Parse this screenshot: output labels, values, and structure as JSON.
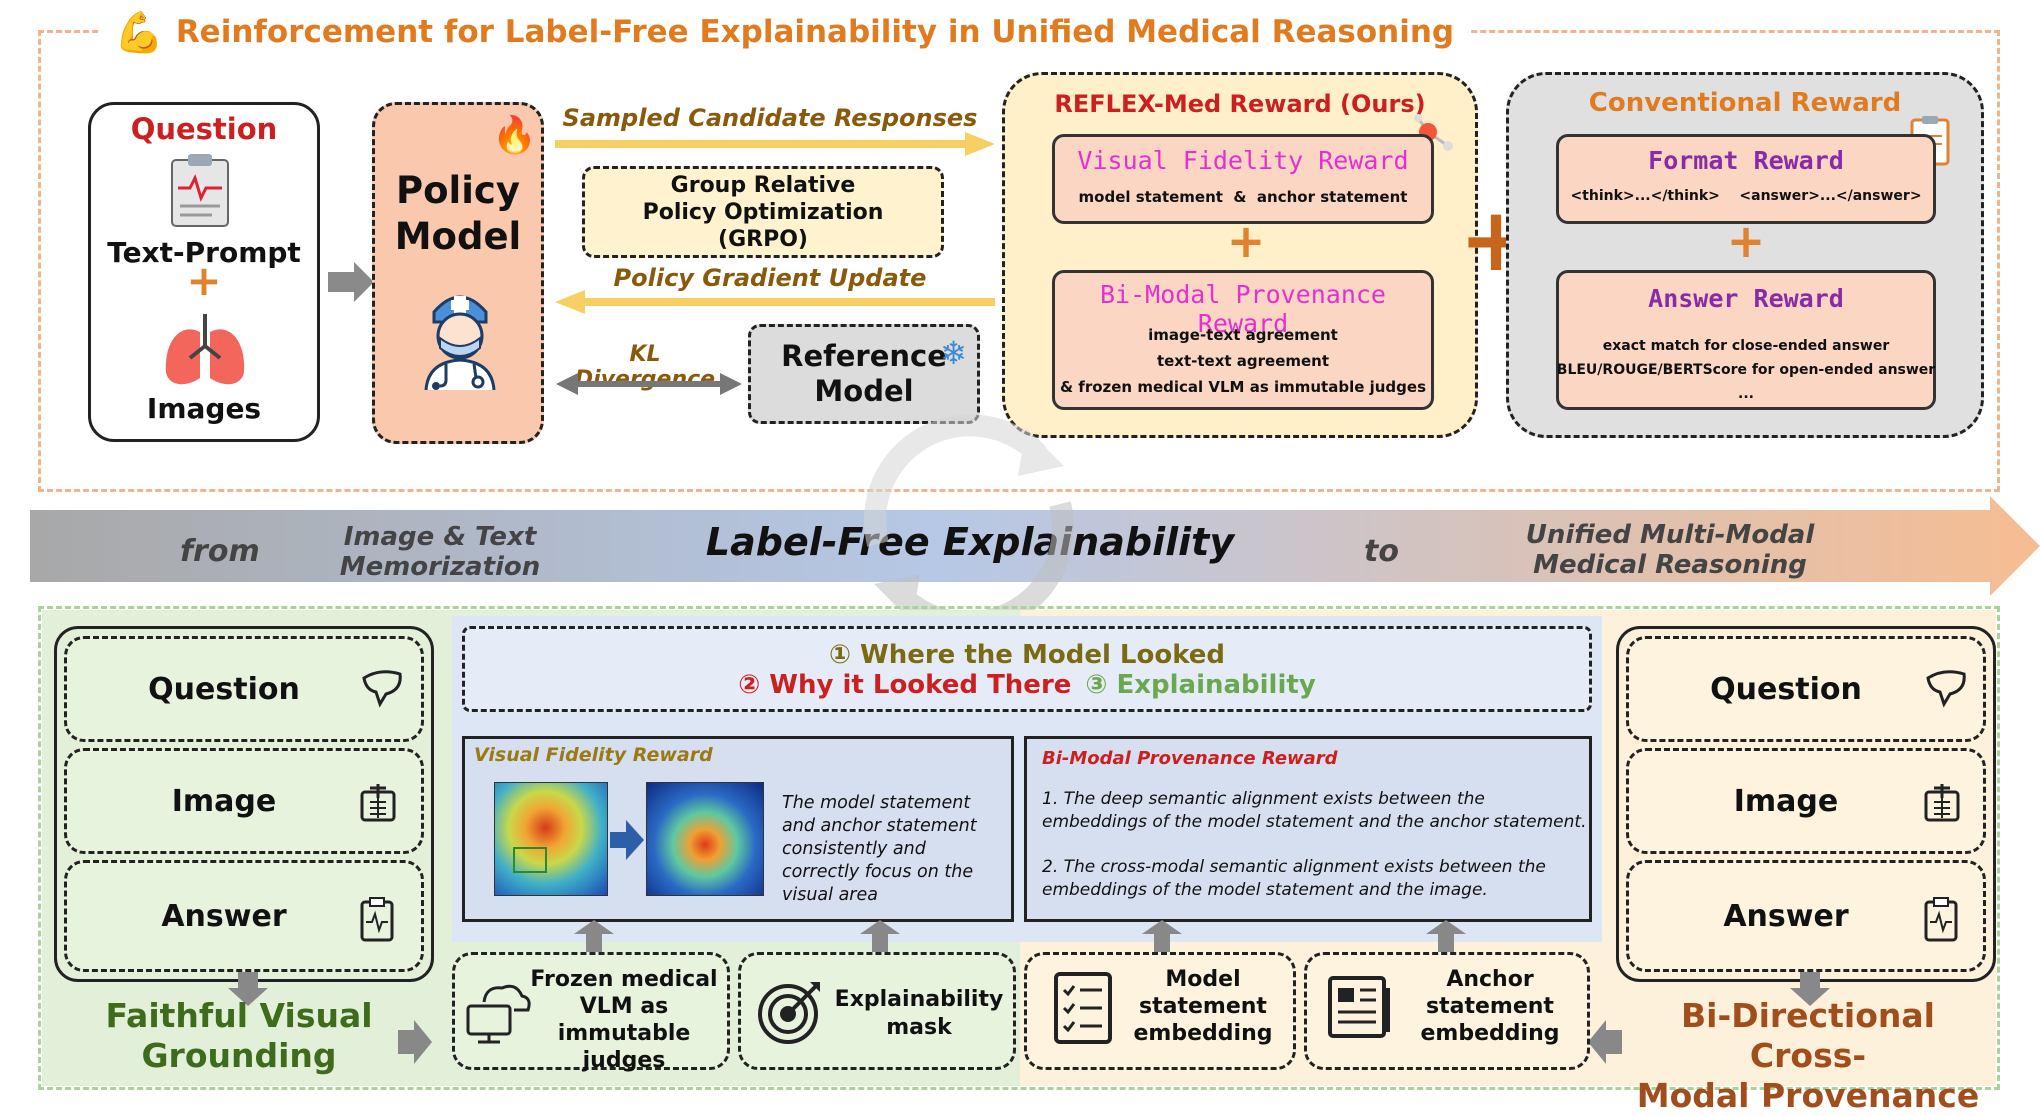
{
  "title": "Reinforcement for Label-Free Explainability in Unified Medical Reasoning",
  "input": {
    "question": "Question",
    "text_prompt": "Text-Prompt",
    "plus": "+",
    "images": "Images"
  },
  "policy": {
    "label_line1": "Policy",
    "label_line2": "Model"
  },
  "arrows": {
    "sampled": "Sampled Candidate Responses",
    "grpo": [
      "Group Relative",
      "Policy Optimization",
      "(GRPO)"
    ],
    "gradient": "Policy Gradient Update",
    "kl": "KL Divergence"
  },
  "reference": {
    "line1": "Reference",
    "line2": "Model"
  },
  "reflex": {
    "title": "REFLEX-Med Reward (Ours)",
    "visual": {
      "title": "Visual Fidelity Reward",
      "desc": "model statement  &  anchor statement"
    },
    "plus": "+",
    "bimodal": {
      "title": "Bi-Modal Provenance Reward",
      "lines": [
        "image-text agreement",
        "text-text agreement",
        "& frozen medical VLM as immutable judges"
      ]
    }
  },
  "big_plus": "+",
  "conventional": {
    "title": "Conventional Reward",
    "format": {
      "title": "Format Reward",
      "desc": "<think>...</think>    <answer>...</answer>"
    },
    "plus": "+",
    "answer": {
      "title": "Answer Reward",
      "lines": [
        "exact match for close-ended answer",
        "BLEU/ROUGE/BERTScore for open-ended answer",
        "..."
      ]
    }
  },
  "banner": {
    "from": "from",
    "left": [
      "Image & Text",
      "Memorization"
    ],
    "center": "Label-Free Explainability",
    "to": "to",
    "right": [
      "Unified Multi-Modal",
      "Medical Reasoning"
    ]
  },
  "left_panel": {
    "items": [
      "Question",
      "Image",
      "Answer"
    ],
    "caption": [
      "Faithful Visual",
      "Grounding"
    ]
  },
  "right_panel": {
    "items": [
      "Question",
      "Image",
      "Answer"
    ],
    "caption": [
      "Bi-Directional Cross-",
      "Modal Provenance"
    ]
  },
  "center_header": {
    "line1": "① Where the Model Looked",
    "line2a": "② Why it Looked There",
    "line2b": "③ Explainability"
  },
  "vf_panel": {
    "title": "Visual Fidelity Reward",
    "text": "The model statement and anchor statement consistently and correctly focus on the visual area"
  },
  "bm_panel": {
    "title": "Bi-Modal Provenance Reward",
    "p1": "1. The deep semantic alignment exists between the embeddings of the model statement and the anchor statement.",
    "p2": "2. The cross-modal semantic alignment exists between the embeddings of the model statement and the image."
  },
  "bottom": [
    {
      "label": "Frozen medical VLM as immutable judges",
      "icon": "cloud-computer-icon"
    },
    {
      "label": "Explainability mask",
      "icon": "target-icon"
    },
    {
      "label": "Model statement embedding",
      "icon": "checklist-icon"
    },
    {
      "label": "Anchor statement embedding",
      "icon": "document-icon"
    }
  ],
  "colors": {
    "orange_title": "#e07b1f",
    "red": "#cc1f1f",
    "magenta": "#e52fd0",
    "purple": "#8b2aa8",
    "green_text": "#3f6b1d",
    "brown_text": "#a14d1c",
    "dark_olive": "#7a6a12",
    "green_light": "#6aa84f"
  }
}
